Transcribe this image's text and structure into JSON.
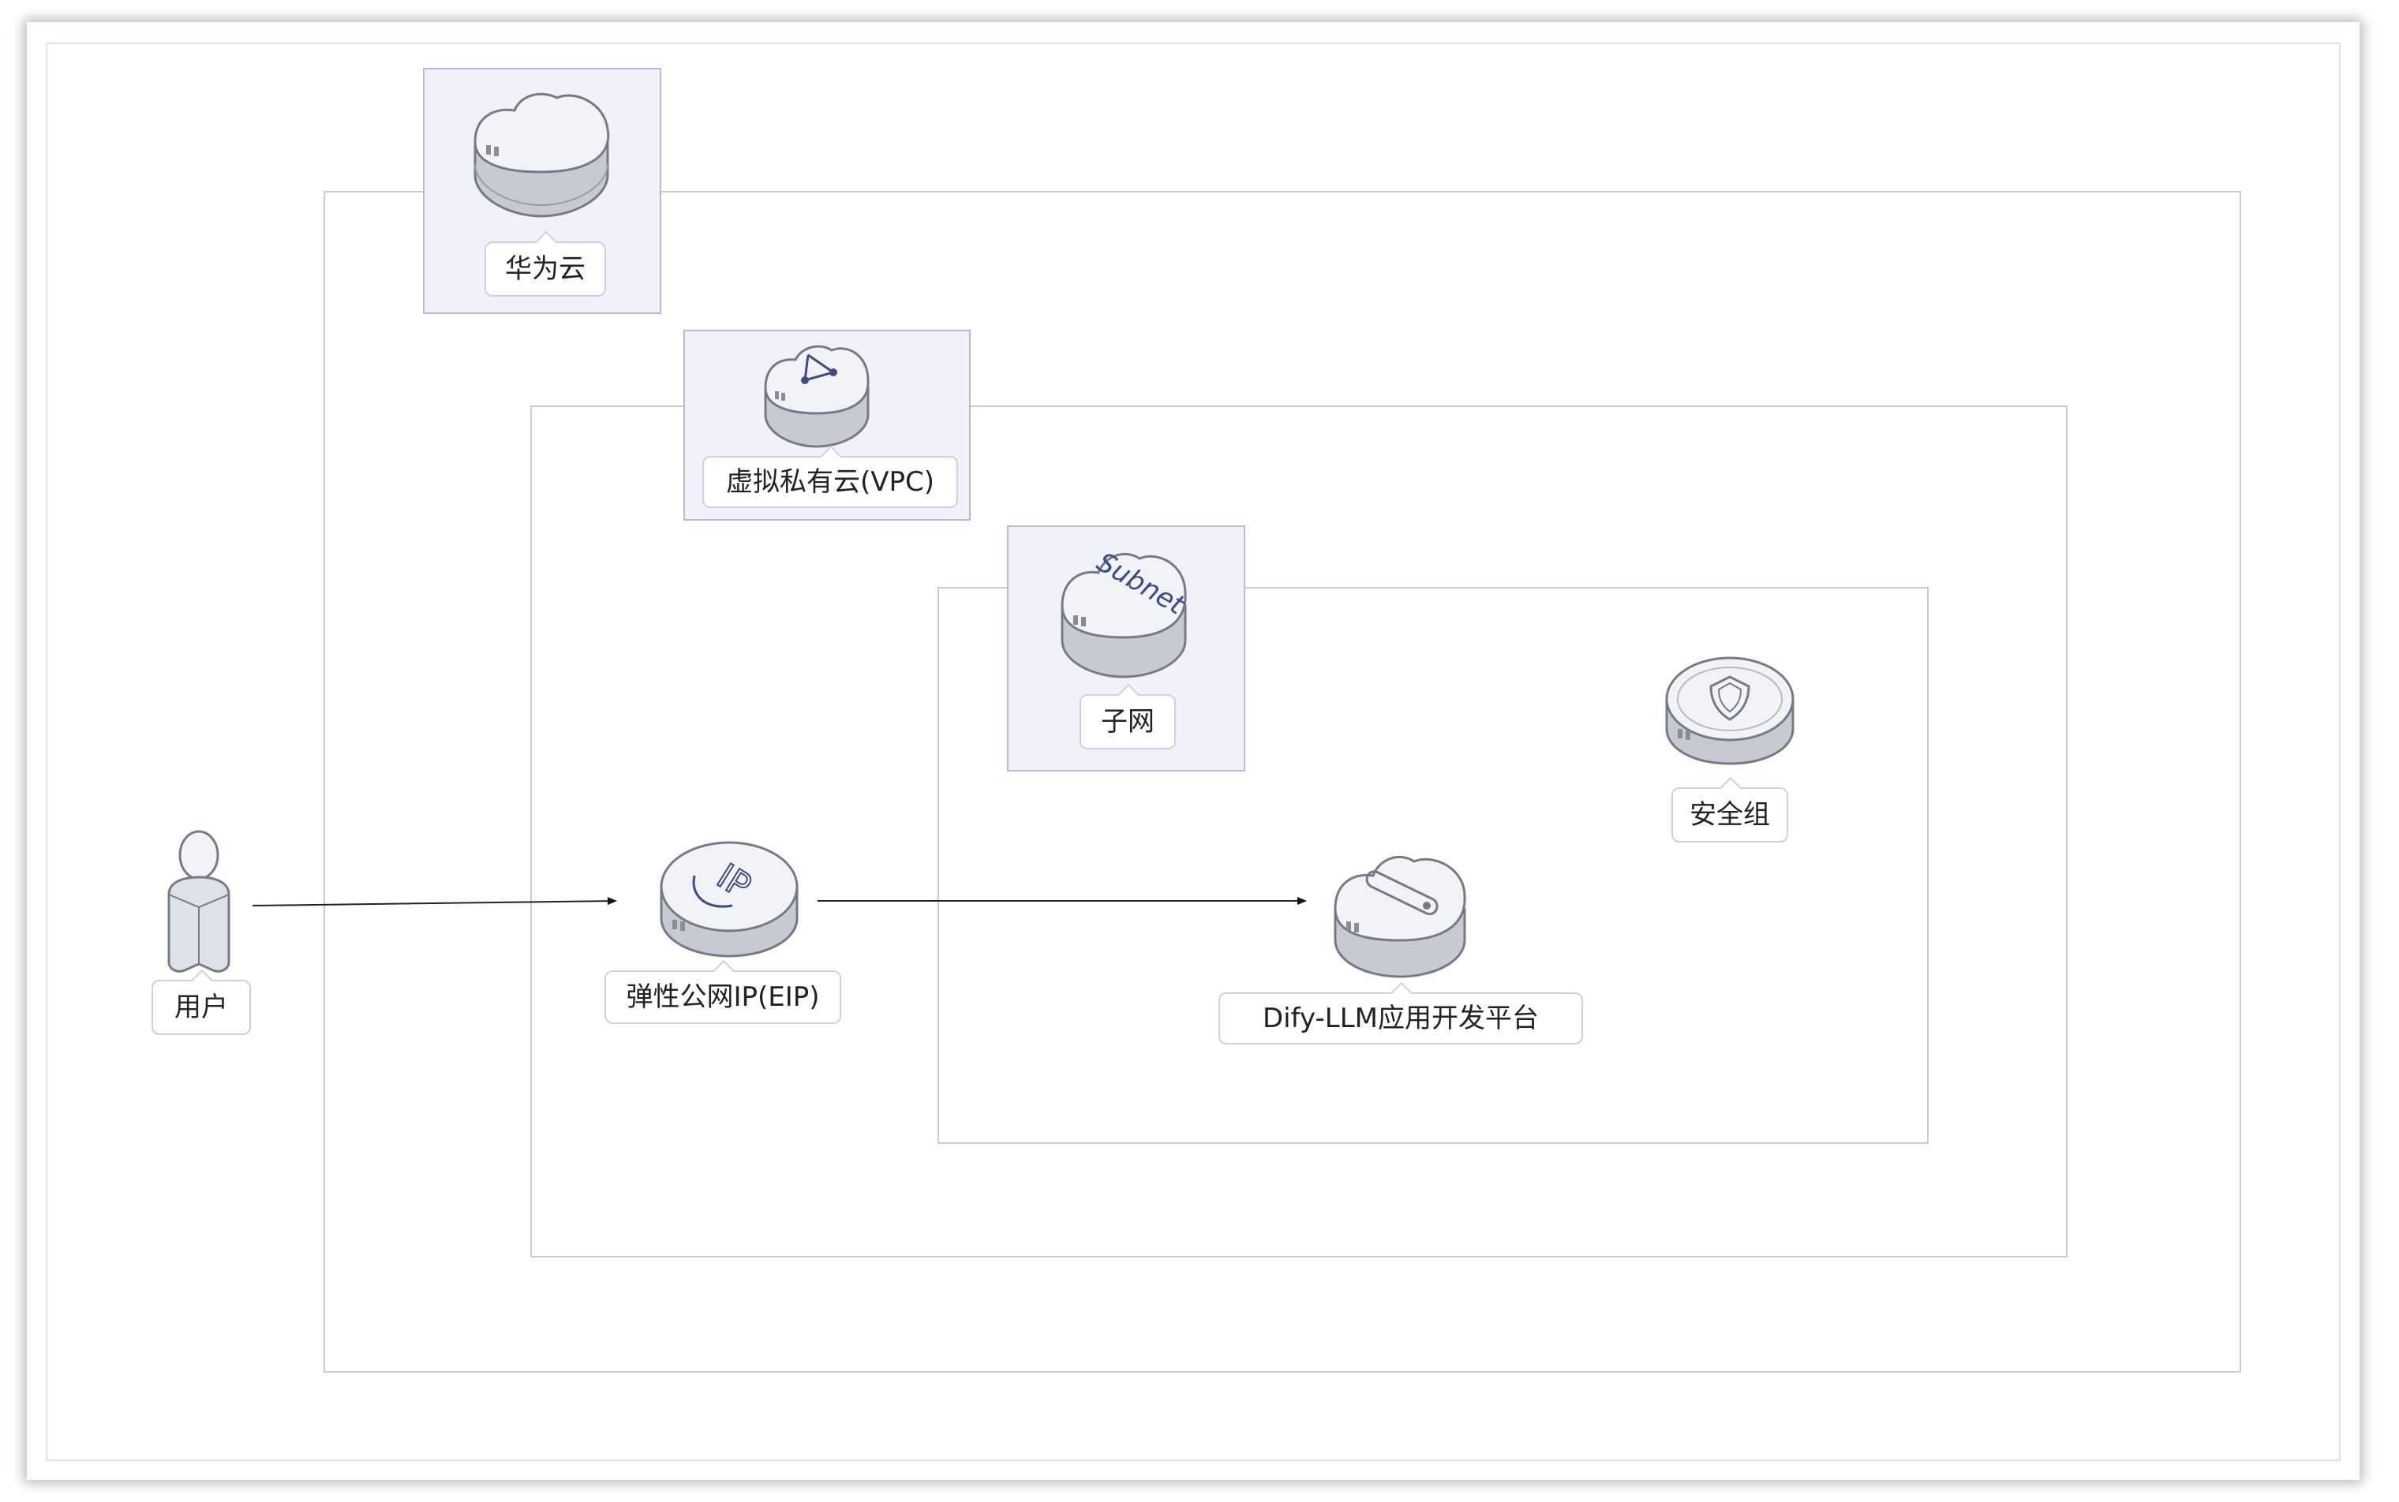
{
  "diagram": {
    "nodes": {
      "huawei_cloud": {
        "label": "华为云",
        "icon": "cloud-icon"
      },
      "vpc": {
        "label": "虚拟私有云(VPC)",
        "icon": "vpc-icon"
      },
      "subnet": {
        "label": "子网",
        "icon": "subnet-icon",
        "icon_text": "Subnet"
      },
      "security_group": {
        "label": "安全组",
        "icon": "shield-icon"
      },
      "user": {
        "label": "用户",
        "icon": "user-icon"
      },
      "eip": {
        "label": "弹性公网IP(EIP)",
        "icon": "eip-icon",
        "icon_text": "IP"
      },
      "dify": {
        "label": "Dify-LLM应用开发平台",
        "icon": "app-platform-icon"
      }
    },
    "edges": [
      {
        "from": "user",
        "to": "eip"
      },
      {
        "from": "eip",
        "to": "dify"
      }
    ],
    "colors": {
      "container_border": "#c9cad6",
      "group_fill": "#f0f1fa",
      "icon_body": "#d9dbe2",
      "accent": "#3c4a86"
    }
  }
}
